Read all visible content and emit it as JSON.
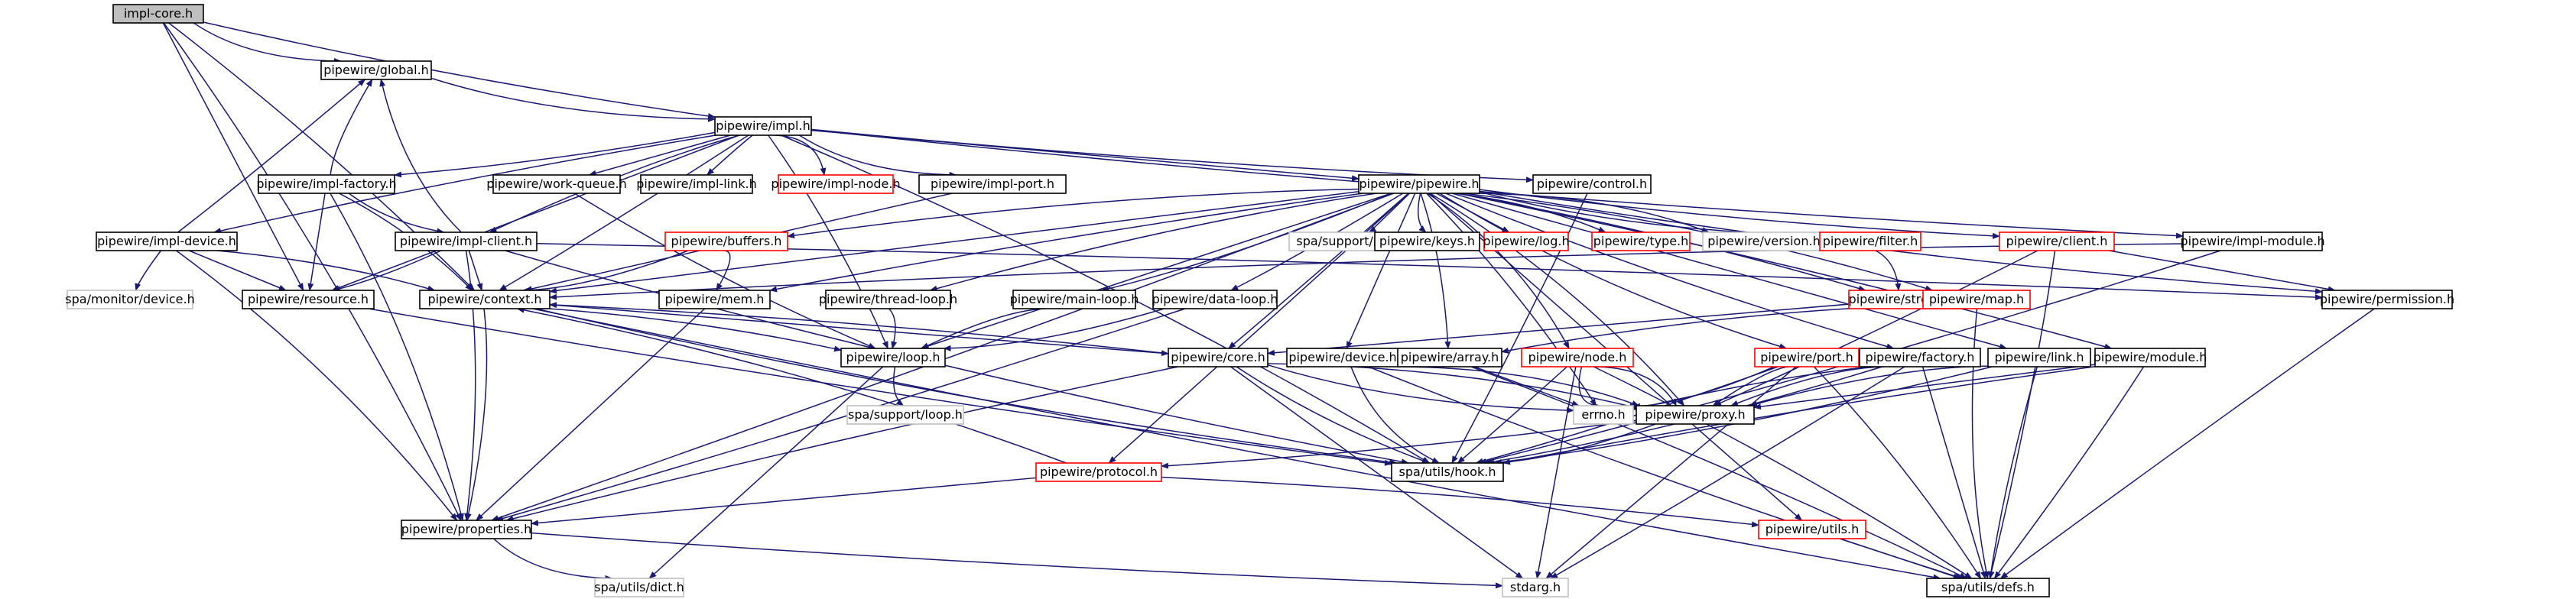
{
  "graph": {
    "root": "impl-core.h",
    "nodes": {
      "impl_core": {
        "label": "impl-core.h",
        "style": "root"
      },
      "global": {
        "label": "pipewire/global.h",
        "style": "normal"
      },
      "impl": {
        "label": "pipewire/impl.h",
        "style": "normal"
      },
      "impl_factory": {
        "label": "pipewire/impl-factory.h",
        "style": "normal"
      },
      "work_queue": {
        "label": "pipewire/work-queue.h",
        "style": "normal"
      },
      "impl_link": {
        "label": "pipewire/impl-link.h",
        "style": "normal"
      },
      "impl_node": {
        "label": "pipewire/impl-node.h",
        "style": "red"
      },
      "impl_port": {
        "label": "pipewire/impl-port.h",
        "style": "normal"
      },
      "control": {
        "label": "pipewire/control.h",
        "style": "normal"
      },
      "pipewire": {
        "label": "pipewire/pipewire.h",
        "style": "normal"
      },
      "impl_device": {
        "label": "pipewire/impl-device.h",
        "style": "normal"
      },
      "impl_client": {
        "label": "pipewire/impl-client.h",
        "style": "normal"
      },
      "buffers": {
        "label": "pipewire/buffers.h",
        "style": "red"
      },
      "plugin": {
        "label": "spa/support/plugin.h",
        "style": "gray"
      },
      "keys": {
        "label": "pipewire/keys.h",
        "style": "normal"
      },
      "log": {
        "label": "pipewire/log.h",
        "style": "red"
      },
      "type": {
        "label": "pipewire/type.h",
        "style": "red"
      },
      "version": {
        "label": "pipewire/version.h",
        "style": "gray"
      },
      "filter": {
        "label": "pipewire/filter.h",
        "style": "red"
      },
      "client": {
        "label": "pipewire/client.h",
        "style": "red"
      },
      "impl_module": {
        "label": "pipewire/impl-module.h",
        "style": "normal"
      },
      "monitor_device": {
        "label": "spa/monitor/device.h",
        "style": "gray"
      },
      "resource": {
        "label": "pipewire/resource.h",
        "style": "normal"
      },
      "context": {
        "label": "pipewire/context.h",
        "style": "normal"
      },
      "mem": {
        "label": "pipewire/mem.h",
        "style": "normal"
      },
      "thread_loop": {
        "label": "pipewire/thread-loop.h",
        "style": "normal"
      },
      "main_loop": {
        "label": "pipewire/main-loop.h",
        "style": "normal"
      },
      "data_loop": {
        "label": "pipewire/data-loop.h",
        "style": "normal"
      },
      "stream": {
        "label": "pipewire/stream.h",
        "style": "red"
      },
      "map": {
        "label": "pipewire/map.h",
        "style": "red"
      },
      "permission": {
        "label": "pipewire/permission.h",
        "style": "normal"
      },
      "loop": {
        "label": "pipewire/loop.h",
        "style": "normal"
      },
      "core": {
        "label": "pipewire/core.h",
        "style": "normal"
      },
      "device": {
        "label": "pipewire/device.h",
        "style": "normal"
      },
      "array": {
        "label": "pipewire/array.h",
        "style": "normal"
      },
      "node": {
        "label": "pipewire/node.h",
        "style": "red"
      },
      "port": {
        "label": "pipewire/port.h",
        "style": "red"
      },
      "factory": {
        "label": "pipewire/factory.h",
        "style": "normal"
      },
      "link": {
        "label": "pipewire/link.h",
        "style": "normal"
      },
      "module": {
        "label": "pipewire/module.h",
        "style": "normal"
      },
      "support_loop": {
        "label": "spa/support/loop.h",
        "style": "gray"
      },
      "errno": {
        "label": "errno.h",
        "style": "gray"
      },
      "proxy": {
        "label": "pipewire/proxy.h",
        "style": "normal"
      },
      "protocol": {
        "label": "pipewire/protocol.h",
        "style": "red"
      },
      "hook": {
        "label": "spa/utils/hook.h",
        "style": "normal"
      },
      "properties": {
        "label": "pipewire/properties.h",
        "style": "normal"
      },
      "utils": {
        "label": "pipewire/utils.h",
        "style": "red"
      },
      "dict": {
        "label": "spa/utils/dict.h",
        "style": "gray"
      },
      "stdarg": {
        "label": "stdarg.h",
        "style": "gray"
      },
      "defs": {
        "label": "spa/utils/defs.h",
        "style": "normal"
      }
    },
    "edges": [
      [
        "impl_core",
        "global"
      ],
      [
        "impl_core",
        "impl"
      ],
      [
        "impl_core",
        "resource"
      ],
      [
        "impl_core",
        "context"
      ],
      [
        "impl_core",
        "properties"
      ],
      [
        "global",
        "impl"
      ],
      [
        "impl",
        "impl_factory"
      ],
      [
        "impl",
        "work_queue"
      ],
      [
        "impl",
        "impl_link"
      ],
      [
        "impl",
        "impl_node"
      ],
      [
        "impl",
        "impl_port"
      ],
      [
        "impl",
        "control"
      ],
      [
        "impl",
        "pipewire"
      ],
      [
        "impl",
        "impl_device"
      ],
      [
        "impl",
        "impl_client"
      ],
      [
        "impl",
        "impl_module"
      ],
      [
        "impl",
        "context"
      ],
      [
        "impl",
        "resource"
      ],
      [
        "impl",
        "loop"
      ],
      [
        "impl",
        "hook"
      ],
      [
        "impl_factory",
        "global"
      ],
      [
        "impl_factory",
        "impl_client"
      ],
      [
        "impl_factory",
        "resource"
      ],
      [
        "impl_factory",
        "context"
      ],
      [
        "impl_factory",
        "properties"
      ],
      [
        "impl_device",
        "global"
      ],
      [
        "impl_device",
        "monitor_device"
      ],
      [
        "impl_device",
        "resource"
      ],
      [
        "impl_device",
        "context"
      ],
      [
        "impl_device",
        "properties"
      ],
      [
        "impl_client",
        "global"
      ],
      [
        "impl_client",
        "resource"
      ],
      [
        "impl_client",
        "context"
      ],
      [
        "impl_client",
        "permission"
      ],
      [
        "impl_client",
        "properties"
      ],
      [
        "impl_client",
        "hook"
      ],
      [
        "work_queue",
        "loop"
      ],
      [
        "impl_port",
        "context"
      ],
      [
        "control",
        "hook"
      ],
      [
        "pipewire",
        "buffers"
      ],
      [
        "pipewire",
        "plugin"
      ],
      [
        "pipewire",
        "keys"
      ],
      [
        "pipewire",
        "log"
      ],
      [
        "pipewire",
        "type"
      ],
      [
        "pipewire",
        "version"
      ],
      [
        "pipewire",
        "filter"
      ],
      [
        "pipewire",
        "client"
      ],
      [
        "pipewire",
        "context"
      ],
      [
        "pipewire",
        "mem"
      ],
      [
        "pipewire",
        "thread_loop"
      ],
      [
        "pipewire",
        "main_loop"
      ],
      [
        "pipewire",
        "data_loop"
      ],
      [
        "pipewire",
        "loop"
      ],
      [
        "pipewire",
        "stream"
      ],
      [
        "pipewire",
        "map"
      ],
      [
        "pipewire",
        "permission"
      ],
      [
        "pipewire",
        "core"
      ],
      [
        "pipewire",
        "device"
      ],
      [
        "pipewire",
        "array"
      ],
      [
        "pipewire",
        "node"
      ],
      [
        "pipewire",
        "port"
      ],
      [
        "pipewire",
        "factory"
      ],
      [
        "pipewire",
        "link"
      ],
      [
        "pipewire",
        "module"
      ],
      [
        "pipewire",
        "proxy"
      ],
      [
        "pipewire",
        "protocol"
      ],
      [
        "pipewire",
        "properties"
      ],
      [
        "pipewire",
        "utils"
      ],
      [
        "pipewire",
        "errno"
      ],
      [
        "buffers",
        "mem"
      ],
      [
        "buffers",
        "context"
      ],
      [
        "client",
        "proxy"
      ],
      [
        "client",
        "permission"
      ],
      [
        "client",
        "defs"
      ],
      [
        "impl_module",
        "context"
      ],
      [
        "impl_module",
        "hook"
      ],
      [
        "resource",
        "hook"
      ],
      [
        "context",
        "core"
      ],
      [
        "context",
        "loop"
      ],
      [
        "context",
        "properties"
      ],
      [
        "context",
        "hook"
      ],
      [
        "context",
        "defs"
      ],
      [
        "mem",
        "properties"
      ],
      [
        "thread_loop",
        "loop"
      ],
      [
        "main_loop",
        "loop"
      ],
      [
        "data_loop",
        "loop"
      ],
      [
        "data_loop",
        "properties"
      ],
      [
        "stream",
        "core"
      ],
      [
        "filter",
        "stream"
      ],
      [
        "map",
        "array"
      ],
      [
        "map",
        "defs"
      ],
      [
        "loop",
        "support_loop"
      ],
      [
        "loop",
        "dict"
      ],
      [
        "core",
        "context"
      ],
      [
        "core",
        "proxy"
      ],
      [
        "core",
        "errno"
      ],
      [
        "core",
        "hook"
      ],
      [
        "core",
        "stdarg"
      ],
      [
        "core",
        "properties"
      ],
      [
        "device",
        "proxy"
      ],
      [
        "device",
        "hook"
      ],
      [
        "device",
        "defs"
      ],
      [
        "array",
        "errno"
      ],
      [
        "array",
        "defs"
      ],
      [
        "node",
        "proxy"
      ],
      [
        "node",
        "errno"
      ],
      [
        "node",
        "hook"
      ],
      [
        "node",
        "stdarg"
      ],
      [
        "node",
        "defs"
      ],
      [
        "port",
        "proxy"
      ],
      [
        "port",
        "errno"
      ],
      [
        "port",
        "hook"
      ],
      [
        "port",
        "stdarg"
      ],
      [
        "port",
        "defs"
      ],
      [
        "factory",
        "proxy"
      ],
      [
        "factory",
        "hook"
      ],
      [
        "factory",
        "stdarg"
      ],
      [
        "factory",
        "defs"
      ],
      [
        "factory",
        "errno"
      ],
      [
        "link",
        "proxy"
      ],
      [
        "link",
        "hook"
      ],
      [
        "link",
        "defs"
      ],
      [
        "module",
        "proxy"
      ],
      [
        "module",
        "hook"
      ],
      [
        "module",
        "defs"
      ],
      [
        "proxy",
        "hook"
      ],
      [
        "proxy",
        "protocol"
      ],
      [
        "protocol",
        "properties"
      ],
      [
        "protocol",
        "utils"
      ],
      [
        "protocol",
        "context"
      ],
      [
        "properties",
        "dict"
      ],
      [
        "properties",
        "stdarg"
      ],
      [
        "utils",
        "defs"
      ],
      [
        "permission",
        "defs"
      ]
    ]
  },
  "colors": {
    "edge": "#191970",
    "normal_stroke": "#000000",
    "red_stroke": "#ff0000",
    "gray_stroke": "#bfbfbf",
    "root_fill": "#bfbfbf",
    "node_fill": "#ffffff",
    "text": "#000000"
  }
}
